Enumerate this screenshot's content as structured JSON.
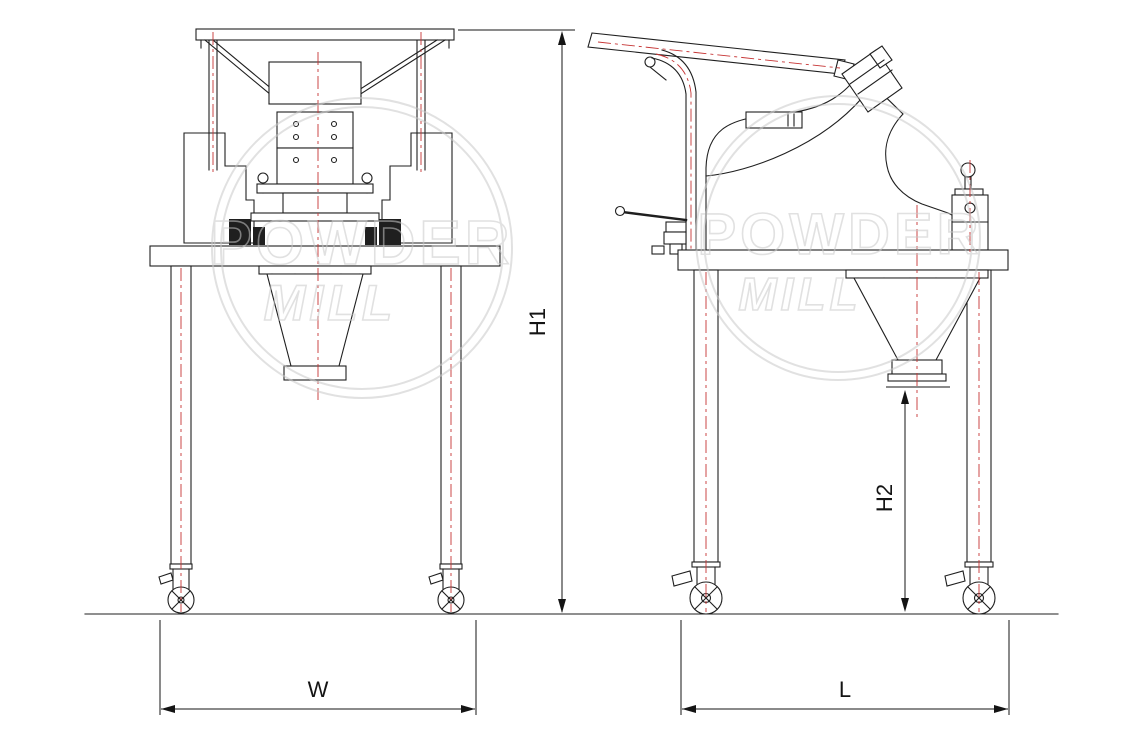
{
  "watermark": {
    "word1": "POWDER",
    "word2": "MILL"
  },
  "dimensions": {
    "h1": "H1",
    "h2": "H2",
    "width": "W",
    "length": "L"
  },
  "colors": {
    "line": "#1f1f1f",
    "centerline": "#c63434",
    "dimension": "#141414",
    "watermark": "#c9c9c9",
    "background": "#ffffff"
  }
}
